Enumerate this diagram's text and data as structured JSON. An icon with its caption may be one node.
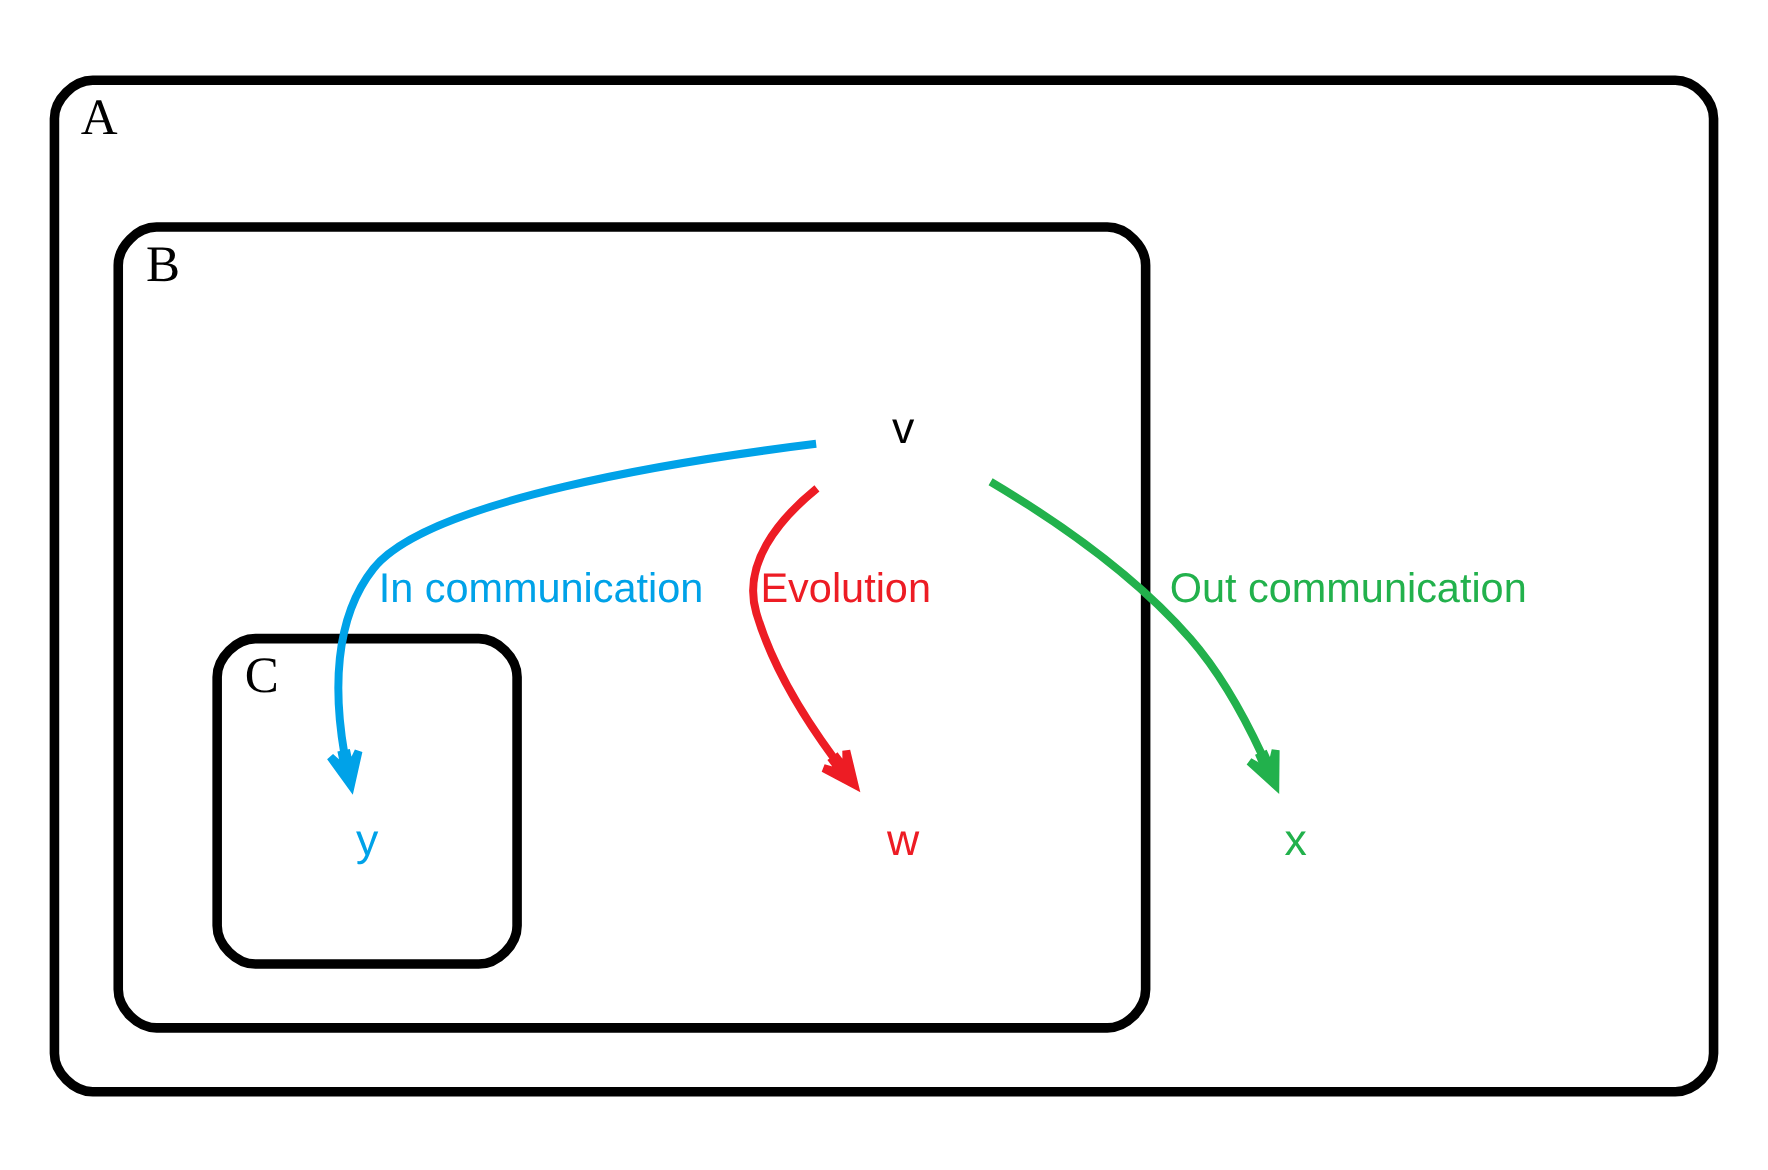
{
  "diagram": {
    "nodes": [
      {
        "text": [
          "A"
        ]
      },
      {
        "text": [
          "B"
        ],
        "in": 0
      },
      {
        "text": [
          "C"
        ],
        "in": 1
      },
      {
        "text": [
          "v"
        ],
        "in": 1
      },
      {
        "text": [
          "y"
        ],
        "in": 2
      },
      {
        "text": [
          "x"
        ],
        "in": 0
      },
      {
        "text": [
          "w"
        ],
        "in": 1
      }
    ],
    "edges": [
      {
        "from": 3,
        "to": 5,
        "arrow": "to",
        "label": "Out communication",
        "color": "#22b14c"
      },
      {
        "from": 3,
        "to": 4,
        "arrow": "to",
        "label": "In communication",
        "color": "#00a2e8"
      },
      {
        "from": 3,
        "to": 6,
        "arrow": "to",
        "label": "Evolution",
        "color": "#ed1c24"
      }
    ]
  }
}
